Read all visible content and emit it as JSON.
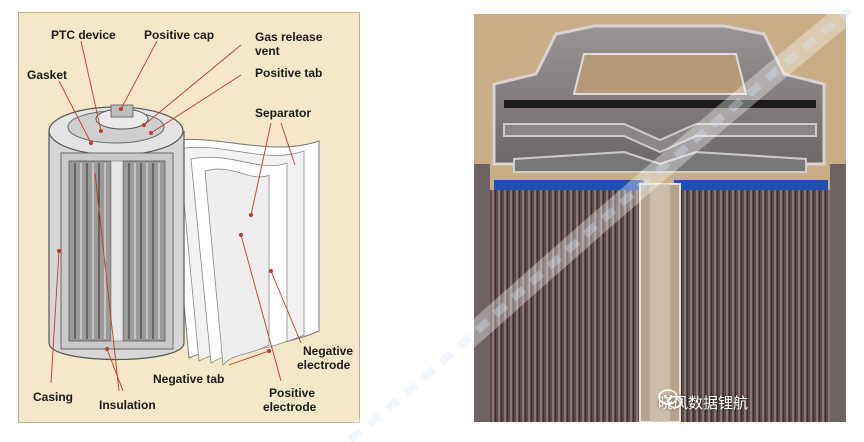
{
  "diagram": {
    "labels": {
      "ptc_device": "PTC device",
      "positive_cap": "Positive cap",
      "gas_release_vent_line1": "Gas release",
      "gas_release_vent_line2": "vent",
      "gasket": "Gasket",
      "positive_tab": "Positive tab",
      "separator": "Separator",
      "casing": "Casing",
      "insulation": "Insulation",
      "negative_tab": "Negative tab",
      "negative_electrode_line1": "Negative",
      "negative_electrode_line2": "electrode",
      "positive_electrode_line1": "Positive",
      "positive_electrode_line2": "electrode"
    }
  },
  "watermark": {
    "text": "晓风数据锂航",
    "icon": "wechat-icon"
  },
  "colors": {
    "illustration_bg": "#f5e8c8",
    "leader_lines": "#c0392b",
    "photo_bg": "#c9b088",
    "tape_blue": "#1f4fb5"
  }
}
